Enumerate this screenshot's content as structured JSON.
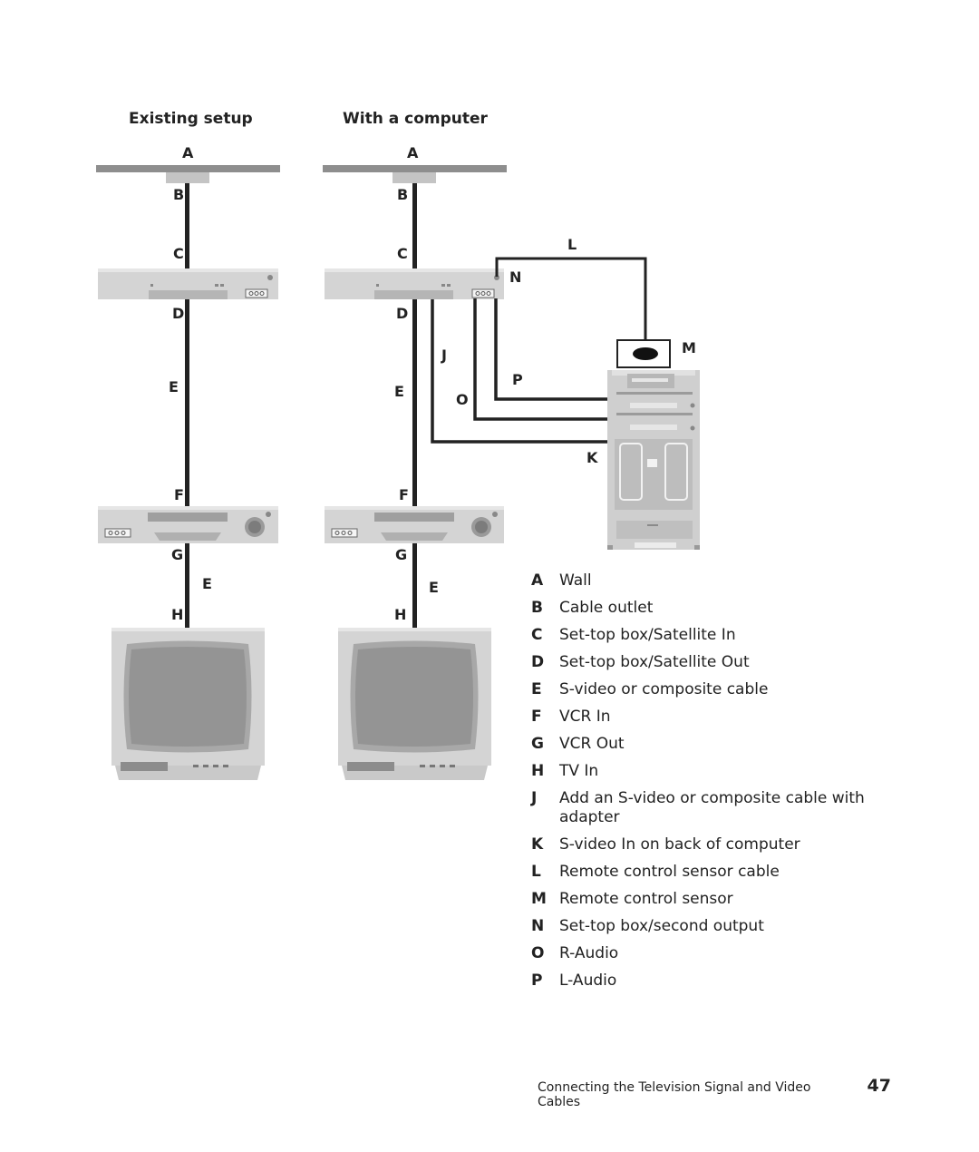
{
  "headings": {
    "existing": "Existing setup",
    "with_computer": "With a computer"
  },
  "callouts": {
    "A": "A",
    "B": "B",
    "C": "C",
    "D": "D",
    "E": "E",
    "F": "F",
    "G": "G",
    "H": "H",
    "J": "J",
    "K": "K",
    "L": "L",
    "M": "M",
    "N": "N",
    "O": "O",
    "P": "P"
  },
  "legend": [
    {
      "key": "A",
      "desc": "Wall"
    },
    {
      "key": "B",
      "desc": "Cable outlet"
    },
    {
      "key": "C",
      "desc": "Set-top box/Satellite In"
    },
    {
      "key": "D",
      "desc": "Set-top box/Satellite Out"
    },
    {
      "key": "E",
      "desc": "S-video or composite cable"
    },
    {
      "key": "F",
      "desc": "VCR In"
    },
    {
      "key": "G",
      "desc": "VCR Out"
    },
    {
      "key": "H",
      "desc": "TV In"
    },
    {
      "key": "J",
      "desc": "Add an S-video or composite cable with adapter"
    },
    {
      "key": "K",
      "desc": "S-video In on back of computer"
    },
    {
      "key": "L",
      "desc": "Remote control sensor cable"
    },
    {
      "key": "M",
      "desc": "Remote control sensor"
    },
    {
      "key": "N",
      "desc": "Set-top box/second output"
    },
    {
      "key": "O",
      "desc": "R-Audio"
    },
    {
      "key": "P",
      "desc": "L-Audio"
    }
  ],
  "footer": {
    "title": "Connecting the Television Signal and Video Cables",
    "page": "47"
  },
  "colors": {
    "device_fill": "#d4d4d4",
    "device_dark": "#a9a9a9",
    "cable": "#222222",
    "wall": "#8e8e8e"
  }
}
